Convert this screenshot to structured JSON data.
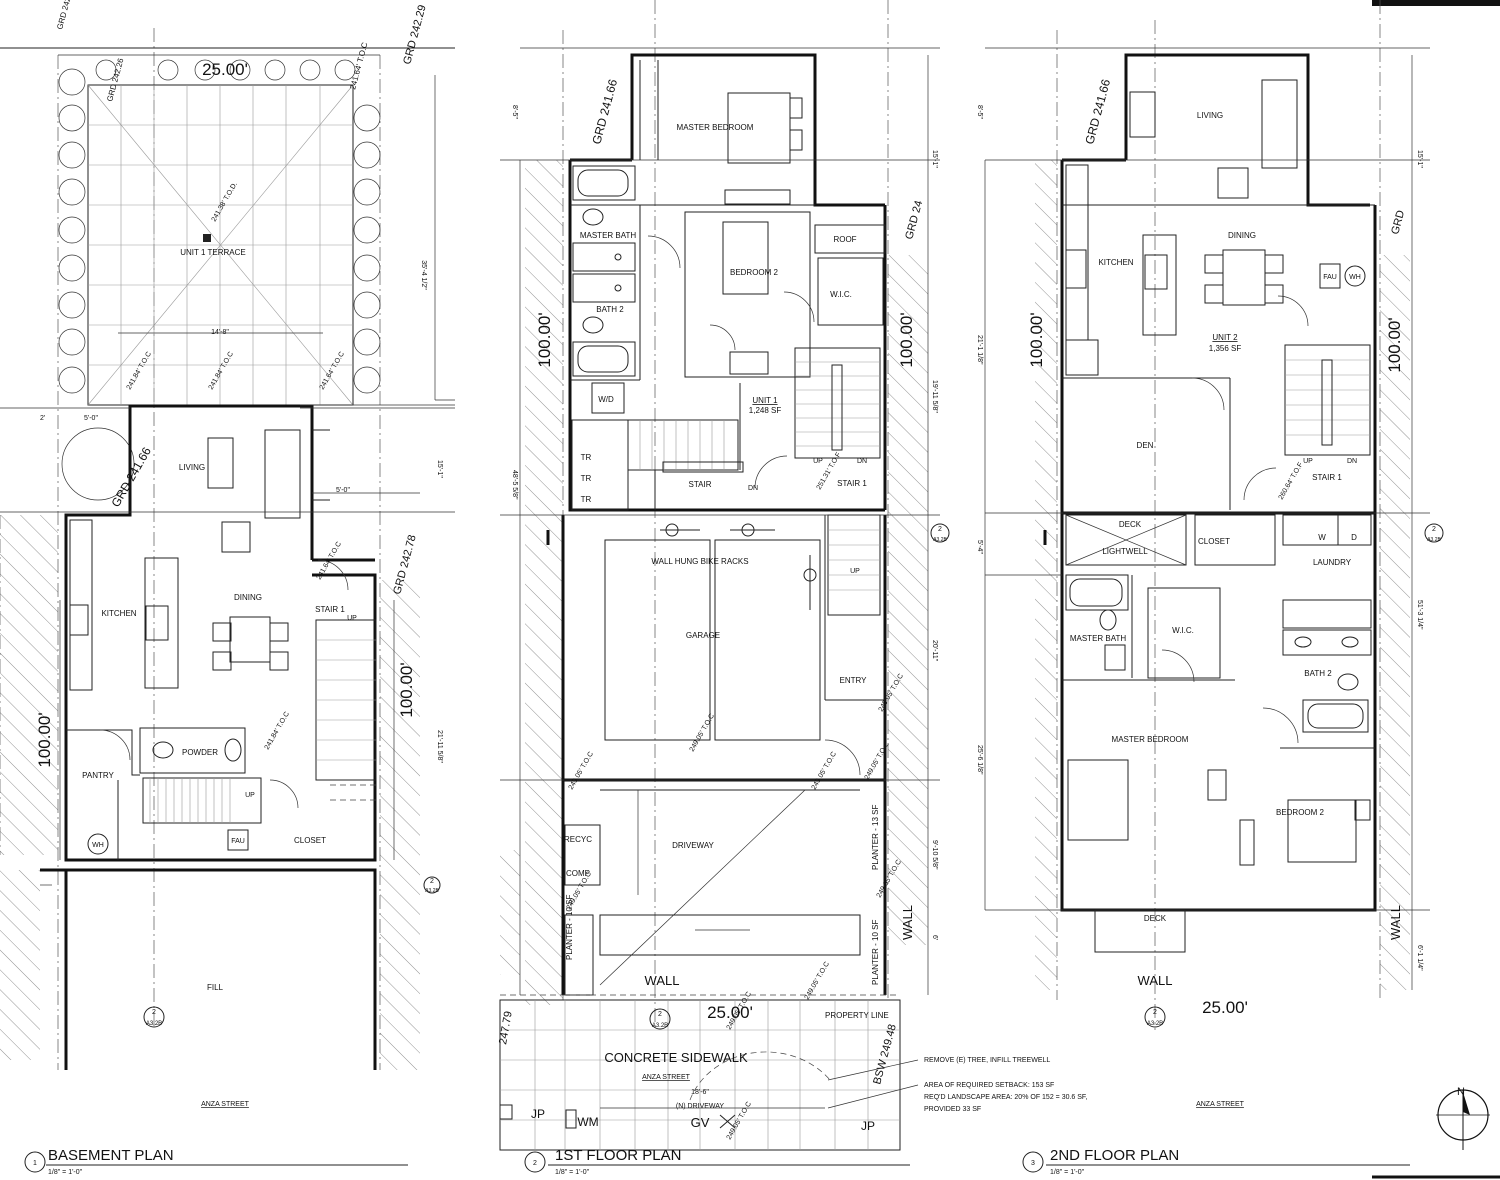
{
  "sheet": {
    "north": "N",
    "street": "ANZA STREET",
    "section_mark": {
      "num": "2",
      "ref": "A3.2B"
    }
  },
  "basement": {
    "title": "BASEMENT PLAN",
    "num": "1",
    "scale": "1/8\" = 1'-0\"",
    "width_dim": "25.00'",
    "depth_dim": "100.00'",
    "grd_a": "GRD 242.29",
    "grd_b": "GRD 242.26",
    "grd_c": "GRD 241.66",
    "grd_d": "GRD 242.78",
    "terrace": "UNIT 1 TERRACE",
    "terrace_dim": "14'-8\"",
    "terrace_depth": "35'-4 1/2\"",
    "tf_a": "241.84' T.O.C",
    "tf_b": "241.84' T.O.C",
    "tf_c": "241.64' T.O.C",
    "tf_center": "241.38' T.O.D.",
    "dim_2": "2'",
    "dim_5": "5'-0\"",
    "dim_15": "15'-1\"",
    "dim_21": "21'-11 5/8\"",
    "rooms": {
      "living": "LIVING",
      "dining": "DINING",
      "kitchen": "KITCHEN",
      "stair": "STAIR 1",
      "powder": "POWDER",
      "pantry": "PANTRY",
      "closet": "CLOSET",
      "wh": "WH",
      "fau": "FAU",
      "up": "UP",
      "fill": "FILL"
    }
  },
  "first": {
    "title": "1ST FLOOR PLAN",
    "num": "2",
    "scale": "1/8\" = 1'-0\"",
    "width_dim": "25.00'",
    "depth_dim": "100.00'",
    "grd": "GRD 241.66",
    "grd_r": "GRD 24",
    "bsw": "BSW 249.48",
    "wall_l": "247.79",
    "rooms": {
      "master": "MASTER BEDROOM",
      "master_bath": "MASTER BATH",
      "bedroom2": "BEDROOM 2",
      "bath2": "BATH 2",
      "roof": "ROOF",
      "wic": "W.I.C.",
      "wd": "W/D",
      "unit": "UNIT 1",
      "unit_sf": "1,248 SF",
      "stair": "STAIR",
      "stair1": "STAIR 1",
      "garage": "GARAGE",
      "entry": "ENTRY",
      "driveway": "DRIVEWAY",
      "bike": "WALL HUNG BIKE RACKS",
      "recyc": "RECYC",
      "comp": "COMP",
      "tr": "TR",
      "up": "UP",
      "dn": "DN"
    },
    "el_a": "251.31' T.O.F",
    "el_b": "249.05' T.O.C",
    "el_c": "249.05' T.O.C",
    "el_d": "249.05' T.O.C",
    "planter_a": "PLANTER - 13 SF",
    "planter_b": "PLANTER - 10 SF",
    "planter_c": "PLANTER - 10 SF",
    "wall": "WALL",
    "wall_r": "WALL",
    "property_line": "PROPERTY LINE",
    "sidewalk": "CONCRETE SIDEWALK",
    "street": "ANZA STREET",
    "driveway_dim": "18'-6\"",
    "n_driveway": "(N) DRIVEWAY",
    "gv": "GV",
    "wm": "WM",
    "jp": "JP",
    "dims": {
      "a": "8'-5\"",
      "b": "15'-1\"",
      "c": "48'-5 5/8\"",
      "d": "19'-11 5/8\"",
      "e": "20'-11\"",
      "f": "9'-10 5/8\"",
      "g": "6'"
    },
    "notes": [
      "REMOVE (E) TREE, INFILL TREEWELL",
      "AREA OF REQUIRED SETBACK: 153 SF",
      "REQ'D LANDSCAPE AREA: 20% OF 152 = 30.6 SF,",
      "PROVIDED 33 SF"
    ]
  },
  "second": {
    "title": "2ND FLOOR PLAN",
    "num": "3",
    "scale": "1/8\" = 1'-0\"",
    "width_dim": "25.00'",
    "depth_dim": "100.00'",
    "grd": "GRD 241.66",
    "grd_r": "GRD",
    "rooms": {
      "living": "LIVING",
      "dining": "DINING",
      "kitchen": "KITCHEN",
      "fau": "FAU",
      "wh": "WH",
      "unit": "UNIT 2",
      "unit_sf": "1,356 SF",
      "den": "DEN",
      "stair1": "STAIR 1",
      "deck": "DECK",
      "lightwell": "LIGHTWELL",
      "closet": "CLOSET",
      "laundry": "LAUNDRY",
      "w": "W",
      "dd": "D",
      "master_bath": "MASTER BATH",
      "wic": "W.I.C.",
      "bath2": "BATH 2",
      "master": "MASTER BEDROOM",
      "bedroom2": "BEDROOM 2",
      "up": "UP",
      "dn": "DN"
    },
    "el": "260.64' T.O.F",
    "wall": "WALL",
    "dims": {
      "a": "8'-5\"",
      "b": "15'-1\"",
      "c": "21'-1 1/8\"",
      "d": "51'-3 1/4\"",
      "e": "5'-4\"",
      "f": "25'-6 1/8\"",
      "g": "6'-1 1/4\""
    }
  }
}
